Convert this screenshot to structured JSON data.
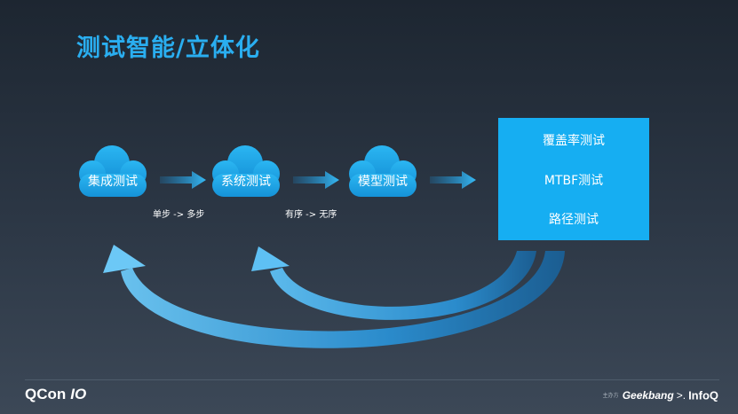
{
  "title": "测试智能/立体化",
  "flow": {
    "nodes": [
      "集成测试",
      "系统测试",
      "模型测试"
    ],
    "transitions": [
      "单步 -> 多步",
      "有序 -> 无序"
    ]
  },
  "box": {
    "items": [
      "覆盖率测试",
      "MTBF测试",
      "路径测试"
    ]
  },
  "footer": {
    "left_brand": "QCon",
    "left_mark": "IO",
    "right_small": "主办方",
    "right_brand_1": "Geekbang",
    "right_sep": ">.",
    "right_brand_2": "InfoQ"
  },
  "colors": {
    "accent": "#2aaef0",
    "box": "#16aef2",
    "cloud": "#1da7e8"
  }
}
